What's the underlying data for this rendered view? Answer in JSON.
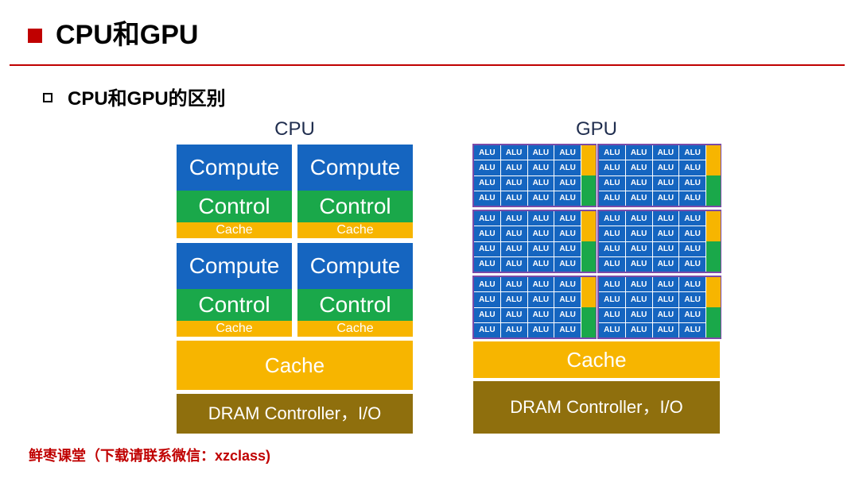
{
  "header": {
    "title": "CPU和GPU",
    "accent_color": "#c00000"
  },
  "subtitle": "CPU和GPU的区别",
  "cpu": {
    "label": "CPU",
    "compute_label": "Compute",
    "control_label": "Control",
    "core_cache_label": "Cache",
    "cache_label": "Cache",
    "dram_label": "DRAM Controller，I/O"
  },
  "gpu": {
    "label": "GPU",
    "alu_label": "ALU",
    "cache_label": "Cache",
    "dram_label": "DRAM Controller，I/O"
  },
  "colors": {
    "compute": "#1565c0",
    "control": "#1aa84a",
    "cache": "#f7b500",
    "dram": "#8f6f0d",
    "sm_border": "#7b4aa8"
  },
  "footer": "鲜枣课堂（下载请联系微信：xzclass)"
}
